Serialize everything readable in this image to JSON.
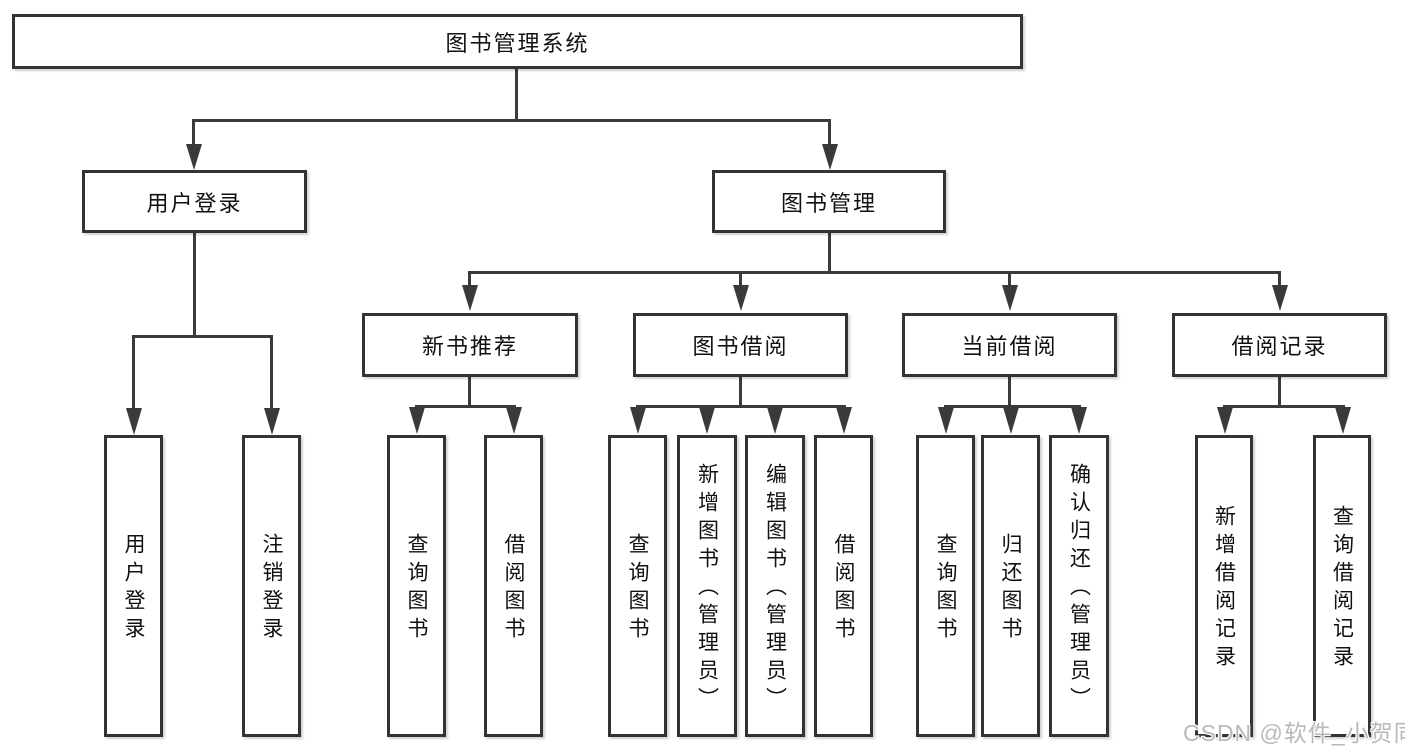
{
  "diagram_type": "hierarchy-tree",
  "tree": {
    "label": "图书管理系统",
    "children": [
      {
        "label": "用户登录",
        "children": [
          {
            "label": "用户登录"
          },
          {
            "label": "注销登录"
          }
        ]
      },
      {
        "label": "图书管理",
        "children": [
          {
            "label": "新书推荐",
            "children": [
              {
                "label": "查询图书"
              },
              {
                "label": "借阅图书"
              }
            ]
          },
          {
            "label": "图书借阅",
            "children": [
              {
                "label": "查询图书"
              },
              {
                "label": "新增图书（管理员）"
              },
              {
                "label": "编辑图书（管理员）"
              },
              {
                "label": "借阅图书"
              }
            ]
          },
          {
            "label": "当前借阅",
            "children": [
              {
                "label": "查询图书"
              },
              {
                "label": "归还图书"
              },
              {
                "label": "确认归还（管理员）"
              }
            ]
          },
          {
            "label": "借阅记录",
            "children": [
              {
                "label": "新增借阅记录"
              },
              {
                "label": "查询借阅记录"
              }
            ]
          }
        ]
      }
    ]
  },
  "watermark": {
    "text": "CSDN @软件_小贺同学"
  },
  "colors": {
    "line": "#3a3a3a",
    "box_border": "#333333",
    "box_fill": "#ffffff",
    "text": "#111111",
    "watermark_text": "#b9b9b9"
  }
}
